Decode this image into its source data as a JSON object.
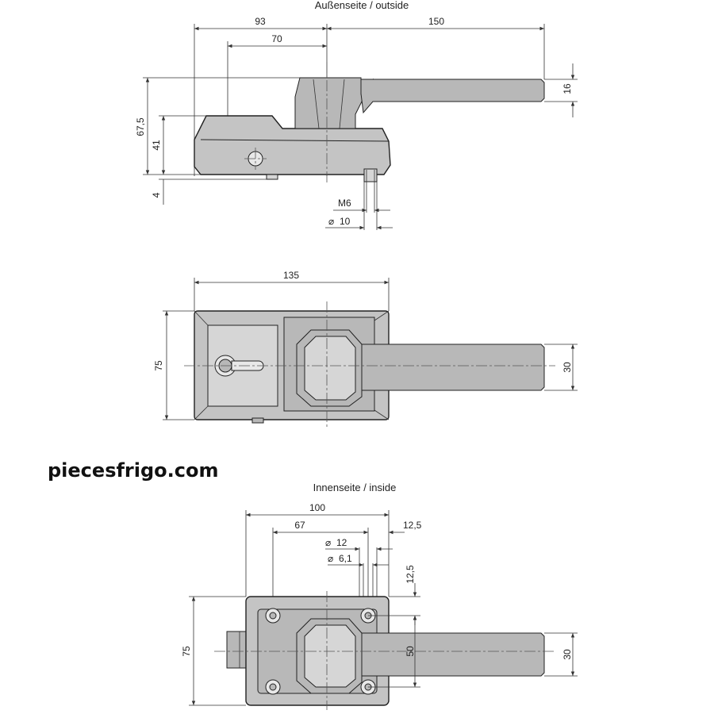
{
  "views": {
    "outside": {
      "title": "Außenseite / outside",
      "dims": {
        "d93": "93",
        "d150": "150",
        "d70": "70",
        "d16": "16",
        "d67_5": "67,5",
        "d41": "41",
        "d4": "4",
        "m6": "M6",
        "dia10": "10"
      }
    },
    "top": {
      "dims": {
        "d135": "135",
        "d75": "75",
        "d30": "30"
      }
    },
    "inside": {
      "title": "Innenseite / inside",
      "dims": {
        "d100": "100",
        "d67": "67",
        "d12_5a": "12,5",
        "dia12": "12",
        "dia6_1": "6,1",
        "d12_5b": "12,5",
        "d75": "75",
        "d50": "50",
        "d30": "30"
      }
    }
  },
  "watermark": "piecesfrigo.com",
  "symbols": {
    "diameter": "⌀"
  }
}
